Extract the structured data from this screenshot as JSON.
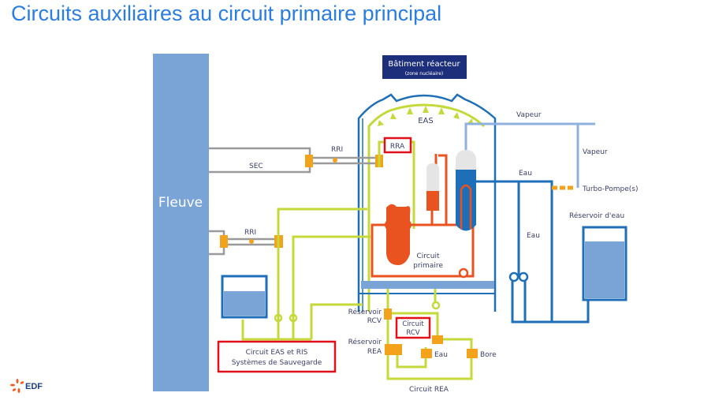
{
  "page": {
    "title": "Circuits auxiliaires au circuit primaire principal"
  },
  "colors": {
    "title": "#2a7de1",
    "river": "#7aa3d6",
    "containment": "#1f6fb8",
    "safety_green": "#c5d93a",
    "primary_orange": "#e8531f",
    "valve_orange": "#f3a21b",
    "steam_light_blue": "#8fb1de",
    "water_blue": "#1f6fb8",
    "grey_pipe": "#9a9a9a",
    "highlight_red": "#e3101a",
    "header_navy": "#1d2f7a"
  },
  "diagram": {
    "river_label": "Fleuve",
    "building_label": "Bâtiment réacteur",
    "building_sublabel": "(zone nucléaire)",
    "eas_label": "EAS",
    "rra_label": "RRA",
    "rri_top_label": "RRI",
    "sec_label": "SEC",
    "rri_bottom_label": "RRI",
    "primary_label_1": "Circuit",
    "primary_label_2": "primaire",
    "vapeur_top_label": "Vapeur",
    "vapeur_side_label": "Vapeur",
    "eau_top_label": "Eau",
    "turbo_label": "Turbo-Pompe(s)",
    "eau_side_label": "Eau",
    "water_tank_label": "Réservoir d'eau",
    "rcv_tank_label_1": "Réservoir",
    "rcv_tank_label_2": "RCV",
    "rea_tank_label_1": "Réservoir",
    "rea_tank_label_2": "REA",
    "rcv_circuit_label_1": "Circuit",
    "rcv_circuit_label_2": "RCV",
    "eau_rea_label": "Eau",
    "bore_label": "Bore",
    "rea_circuit_label": "Circuit REA",
    "eas_ris_label_1": "Circuit EAS et RIS",
    "eas_ris_label_2": "Systèmes de Sauvegarde"
  },
  "footer": {
    "logo_text": "EDF"
  }
}
